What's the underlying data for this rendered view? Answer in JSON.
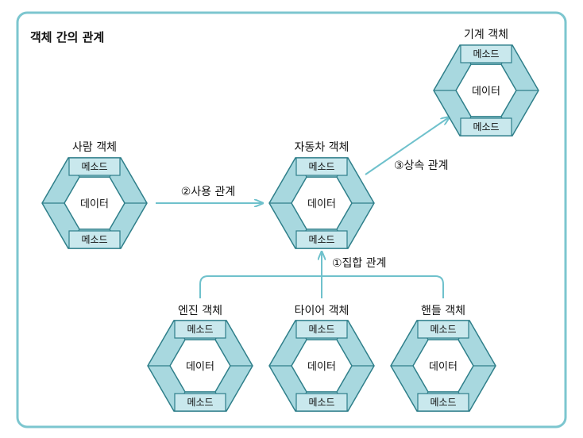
{
  "title": "객체 간의 관계",
  "objects": {
    "machine": {
      "name": "기계 객체",
      "method": "메소드",
      "data": "데이터"
    },
    "person": {
      "name": "사람 객체",
      "method": "메소드",
      "data": "데이터"
    },
    "car": {
      "name": "자동차 객체",
      "method": "메소드",
      "data": "데이터"
    },
    "engine": {
      "name": "엔진 객체",
      "method": "메소드",
      "data": "데이터"
    },
    "tire": {
      "name": "타이어 객체",
      "method": "메소드",
      "data": "데이터"
    },
    "handle": {
      "name": "핸들 객체",
      "method": "메소드",
      "data": "데이터"
    }
  },
  "relations": {
    "aggregation": "①집합 관계",
    "usage": "②사용 관계",
    "inheritance": "③상속 관계"
  },
  "colors": {
    "frame": "#7cc6cf",
    "hex_fill": "#a8d8df",
    "hex_stroke": "#2f7f8a",
    "arrow": "#6fc1cc"
  }
}
